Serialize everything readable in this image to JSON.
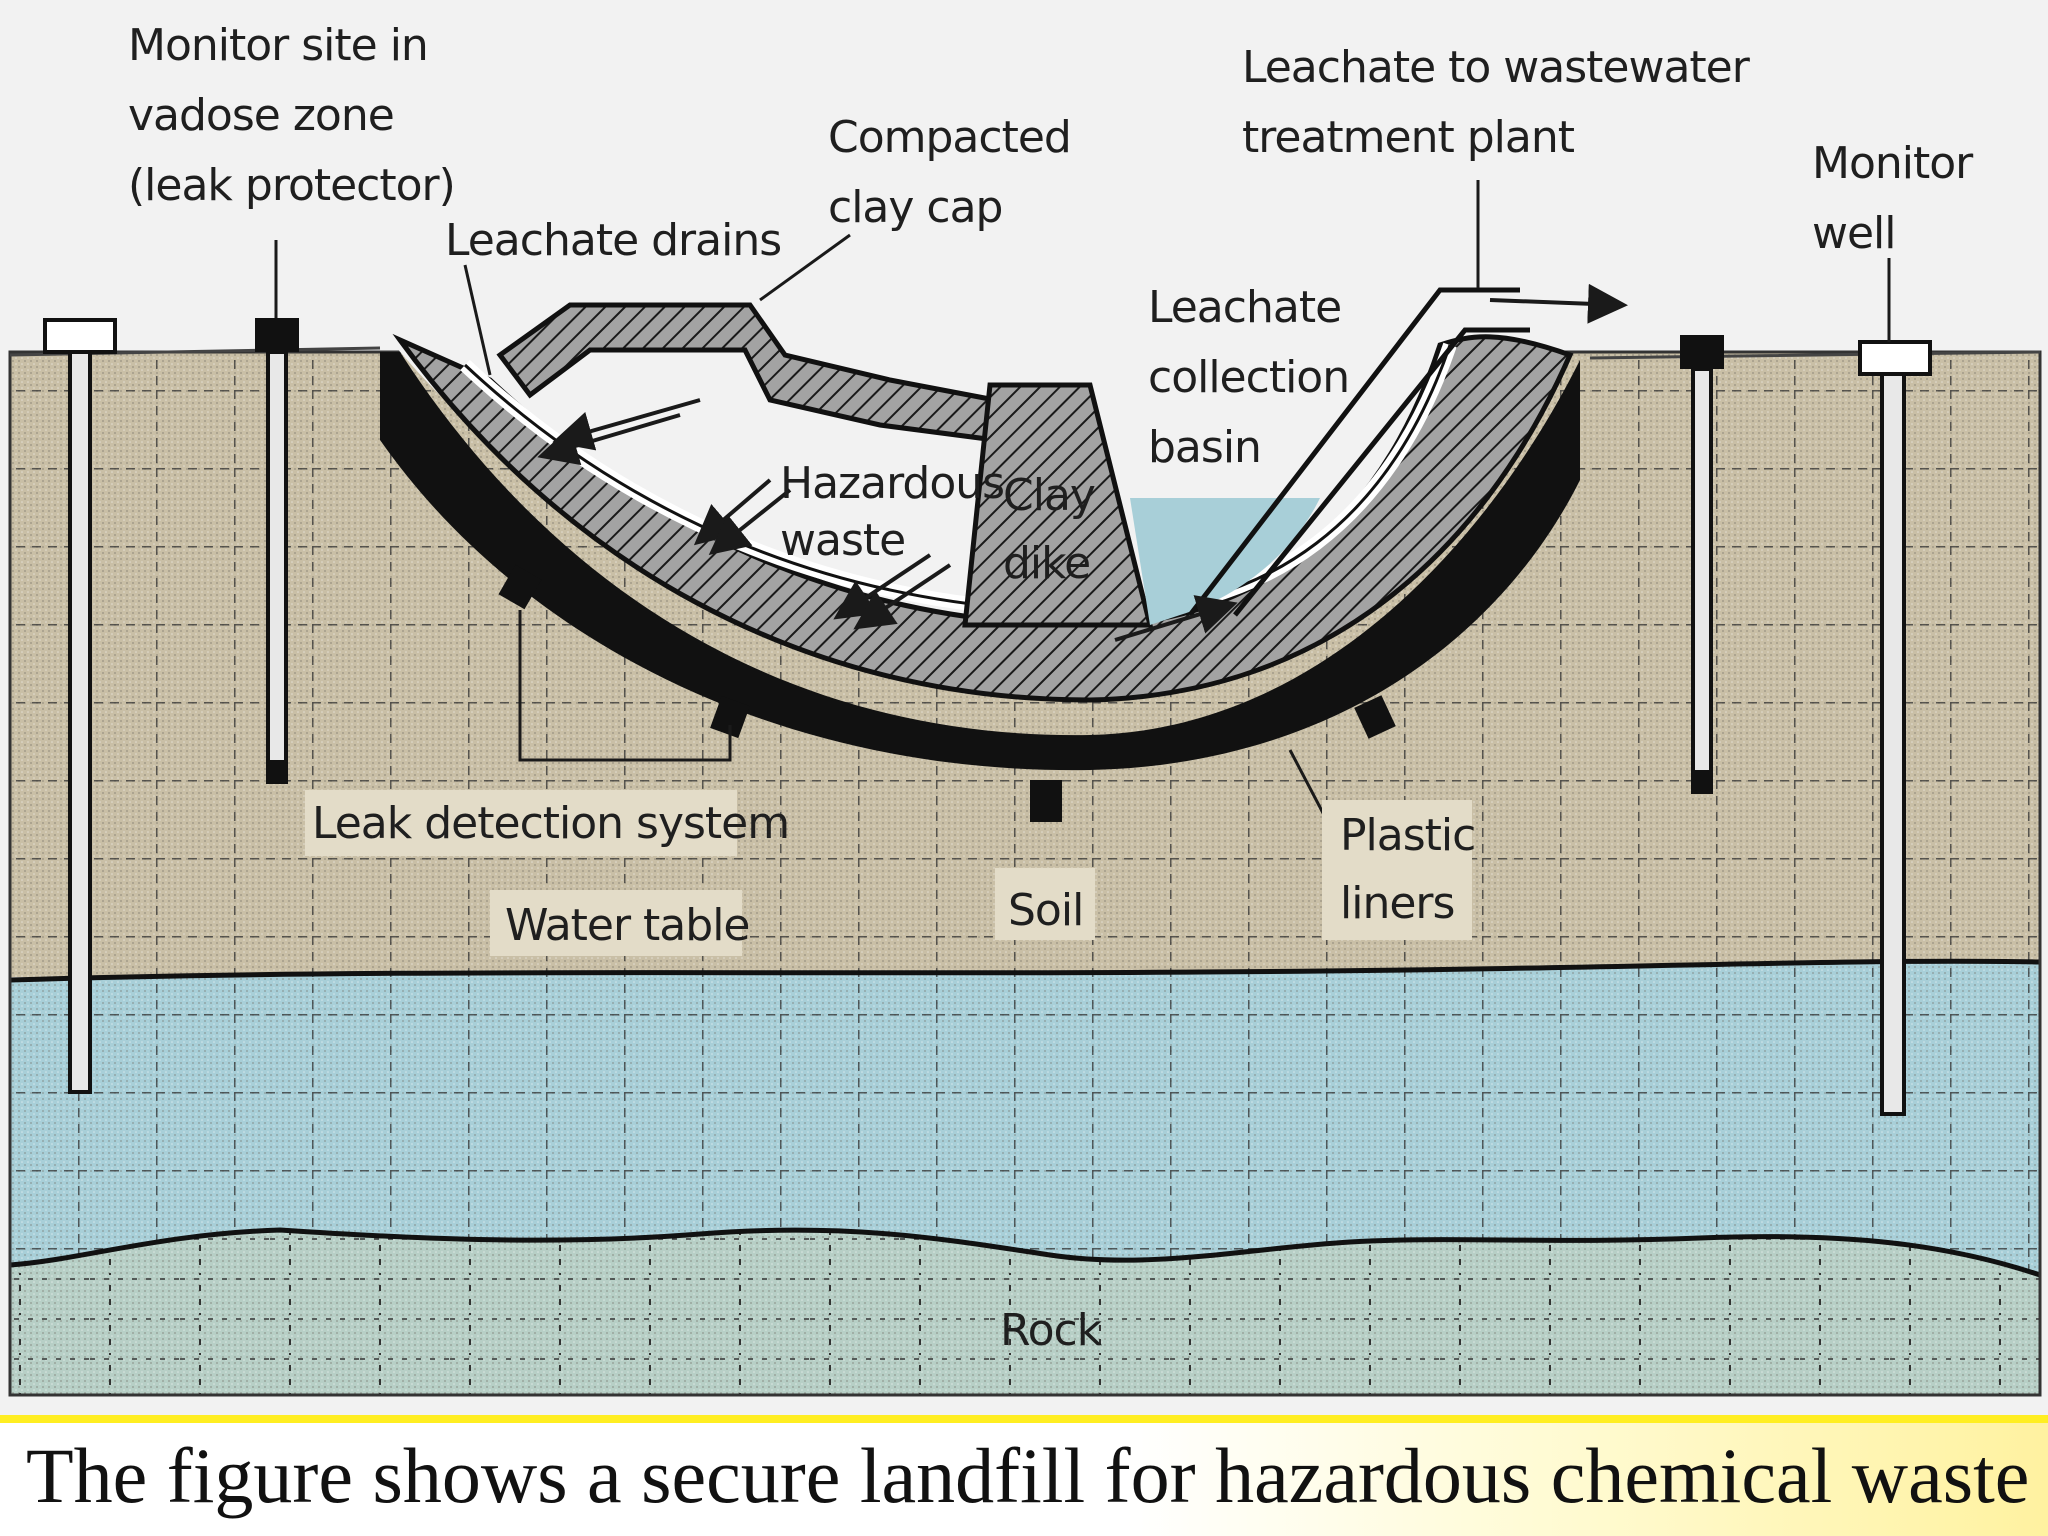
{
  "labels": {
    "monitor_site": [
      "Monitor site in",
      "vadose zone",
      "(leak protector)"
    ],
    "leachate_drains": "Leachate drains",
    "compacted_cap": [
      "Compacted",
      "clay cap"
    ],
    "leachate_to_plant": [
      "Leachate to wastewater",
      "treatment plant"
    ],
    "monitor_well": [
      "Monitor",
      "well"
    ],
    "collection_basin": [
      "Leachate",
      "collection",
      "basin"
    ],
    "hazardous_waste": [
      "Hazardous",
      "waste"
    ],
    "clay_dike": [
      "Clay",
      "dike"
    ],
    "leak_detection": "Leak detection system",
    "plastic_liners": [
      "Plastic",
      "liners"
    ],
    "water_table": "Water table",
    "soil": "Soil",
    "rock": "Rock"
  },
  "caption": "The figure shows a secure landfill for hazardous chemical waste",
  "colors": {
    "soil": "#c9bfa6",
    "groundwater": "#a8cfd8",
    "rock": "#b7cfc6",
    "liner": "#9c9c9c",
    "sky": "#f2f2f2",
    "caption_highlight": "#fff2a0"
  }
}
